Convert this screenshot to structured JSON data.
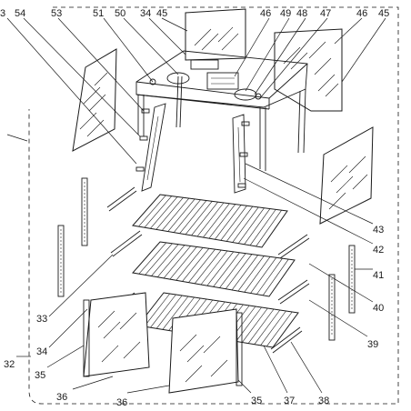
{
  "diagram": {
    "type": "exploded-parts-view",
    "part_labels": {
      "p3": "3",
      "p54": "54",
      "p53": "53",
      "p51": "51",
      "p50": "50",
      "p34top": "34",
      "p45top": "45",
      "p46a": "46",
      "p49": "49",
      "p48": "48",
      "p47": "47",
      "p46b": "46",
      "p45b": "45",
      "p43": "43",
      "p42": "42",
      "p41": "41",
      "p40": "40",
      "p39": "39",
      "p38": "38",
      "p37": "37",
      "p35b": "35",
      "p36b": "36",
      "p36a": "36",
      "p35a": "35",
      "p34": "34",
      "p33": "33",
      "p32": "32"
    }
  }
}
